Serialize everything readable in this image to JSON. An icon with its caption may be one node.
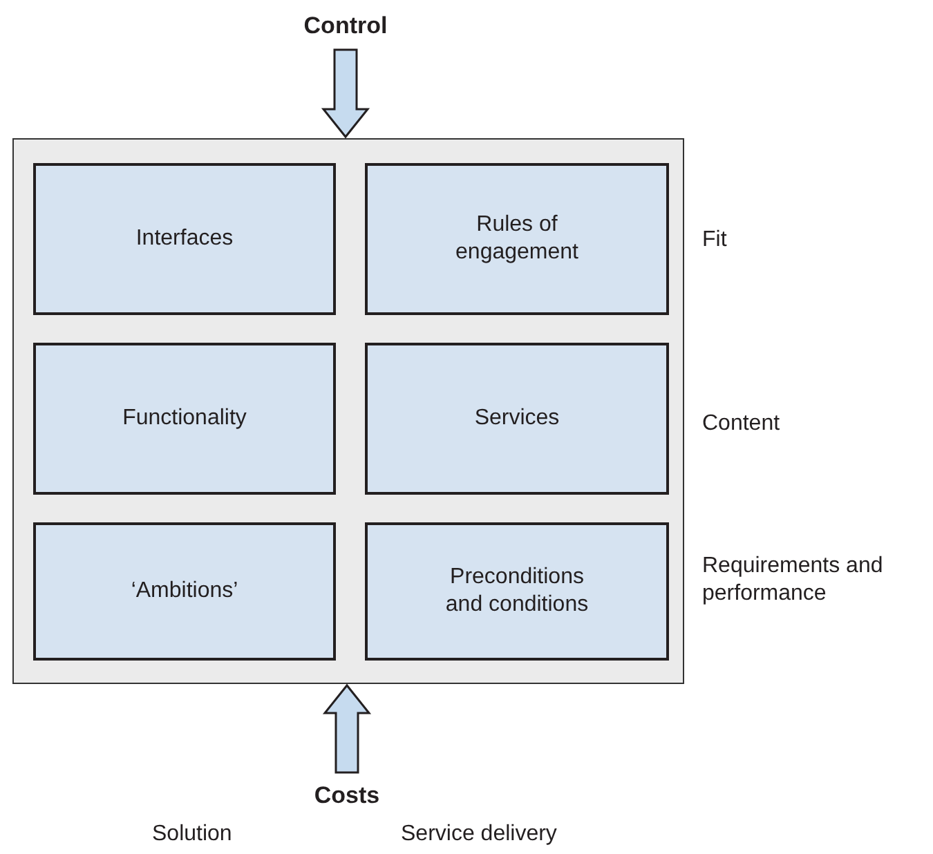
{
  "diagram": {
    "nodes": [
      {
        "text": [
          "Control"
        ]
      },
      {
        "text": [],
        "shape": "box"
      },
      {
        "text": [
          "Interfaces"
        ],
        "in": 1
      },
      {
        "text": [
          "Rules of engagement"
        ],
        "in": 1
      },
      {
        "text": [
          "Functionality"
        ],
        "in": 1
      },
      {
        "text": [
          "Services"
        ],
        "in": 1
      },
      {
        "text": [
          "‘Ambitions’"
        ],
        "in": 1
      },
      {
        "text": [
          "Preconditions and conditions"
        ],
        "in": 1
      },
      {
        "text": [
          "Costs"
        ]
      }
    ],
    "edges": [
      {
        "from": 0,
        "to": 1,
        "arrow": "to",
        "style": "thick"
      },
      {
        "from": 8,
        "to": 1,
        "arrow": "to",
        "style": "thick"
      }
    ],
    "labels": [
      "Fit",
      "Content",
      "Requirements and performance",
      "Solution",
      "Service delivery"
    ]
  }
}
